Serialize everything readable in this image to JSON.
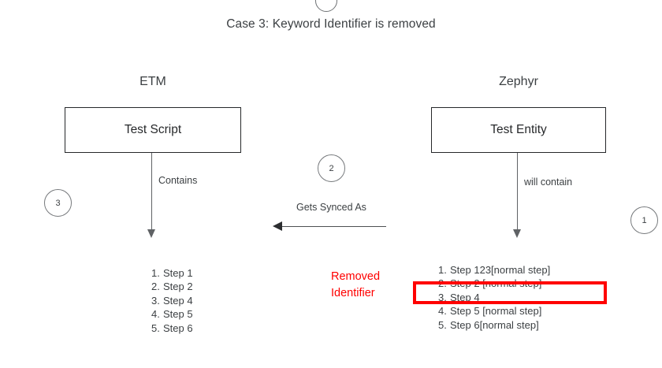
{
  "diagram": {
    "title": "Case 3: Keyword Identifier is removed",
    "top_marker_icon": "circle-cut-off-icon",
    "left_column": {
      "heading": "ETM",
      "box_label": "Test Script",
      "edge_label": "Contains",
      "marker": "3",
      "steps": [
        {
          "num": "1.",
          "label": "Step 1"
        },
        {
          "num": "2.",
          "label": "Step 2"
        },
        {
          "num": "3.",
          "label": "Step 4"
        },
        {
          "num": "4.",
          "label": "Step 5"
        },
        {
          "num": "5.",
          "label": "Step 6"
        }
      ]
    },
    "right_column": {
      "heading": "Zephyr",
      "box_label": "Test Entity",
      "edge_label": "will contain",
      "marker": "1",
      "steps": [
        {
          "num": "1.",
          "label": "Step 123[normal step]"
        },
        {
          "num": "2.",
          "label": "Step 2 [normal step]"
        },
        {
          "num": "3.",
          "label": "Step 4"
        },
        {
          "num": "4.",
          "label": "Step 5 [normal step]"
        },
        {
          "num": "5.",
          "label": "Step 6[normal step]"
        }
      ]
    },
    "sync": {
      "label": "Gets Synced As",
      "marker": "2",
      "direction": "right-to-left"
    },
    "annotation": {
      "line1": "Removed",
      "line2": "Identifier",
      "color": "#ff0000",
      "highlights_step": "3. Step 4"
    }
  }
}
